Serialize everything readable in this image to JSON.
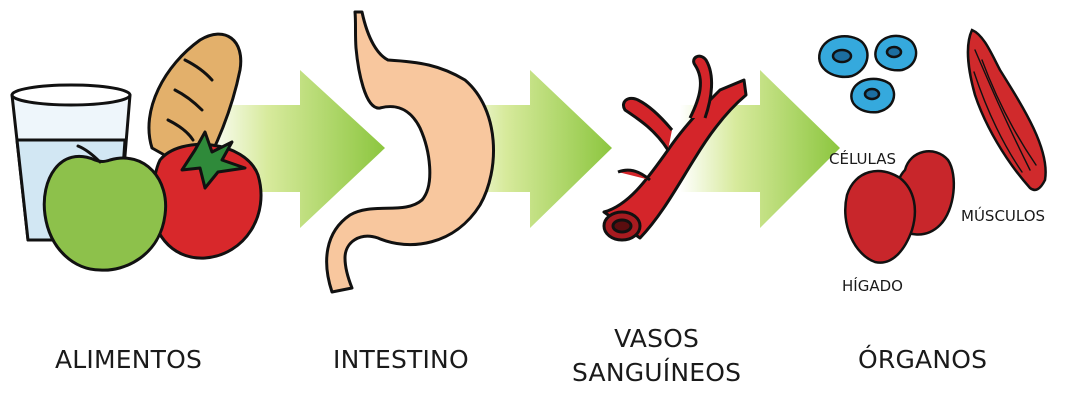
{
  "stages": [
    {
      "label": "ALIMENTOS"
    },
    {
      "label": "INTESTINO"
    },
    {
      "label_lines": [
        "VASOS",
        "SANGUÍNEOS"
      ]
    },
    {
      "label": "ÓRGANOS"
    }
  ],
  "organ_labels": {
    "cells": "CÉLULAS",
    "liver": "HÍGADO",
    "muscles": "MÚSCULOS"
  },
  "colors": {
    "arrow_light": "#d7ea9c",
    "arrow_dark": "#8cc63f",
    "stomach": "#f8c79e",
    "vessel": "#d4252a",
    "apple": "#8dc14b",
    "tomato": "#d8282b",
    "bread": "#e3b06b",
    "cells": "#35a9dd",
    "liver": "#c8262b",
    "muscle": "#d02a2c"
  }
}
